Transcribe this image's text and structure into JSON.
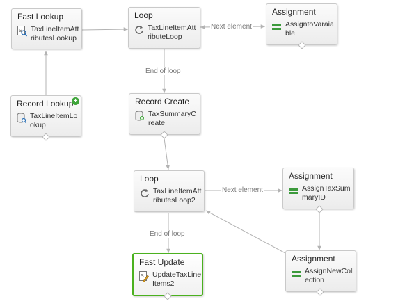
{
  "nodes": {
    "fast_lookup": {
      "type": "Fast Lookup",
      "name": "TaxLineItemAttributesLookup",
      "icon": "fast-lookup-icon"
    },
    "loop1": {
      "type": "Loop",
      "name": "TaxLineItemAttributeLoop",
      "icon": "loop-icon"
    },
    "assign_var": {
      "type": "Assignment",
      "name": "AssigntoVaraiable",
      "icon": "assignment-icon"
    },
    "record_lookup": {
      "type": "Record Lookup",
      "name": "TaxLineItemLookup",
      "icon": "record-lookup-icon"
    },
    "record_create": {
      "type": "Record Create",
      "name": "TaxSummaryCreate",
      "icon": "record-create-icon"
    },
    "loop2": {
      "type": "Loop",
      "name": "TaxLineItemAttributesLoop2",
      "icon": "loop-icon"
    },
    "assign_tax": {
      "type": "Assignment",
      "name": "AssignTaxSummaryID",
      "icon": "assignment-icon"
    },
    "fast_update": {
      "type": "Fast Update",
      "name": "UpdateTaxLineItems2",
      "icon": "fast-update-icon"
    },
    "assign_coll": {
      "type": "Assignment",
      "name": "AssignNewCollection",
      "icon": "assignment-icon"
    }
  },
  "edge_labels": {
    "next1": "Next element",
    "end1": "End of loop",
    "next2": "Next element",
    "end2": "End of loop"
  },
  "colors": {
    "connector": "#b3b3b3",
    "selected_border": "#4bb11f",
    "assignment_green": "#3c9a3c",
    "node_border": "#c9c9c9"
  }
}
